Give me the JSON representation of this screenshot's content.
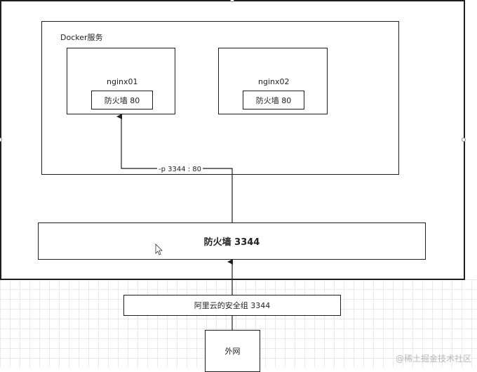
{
  "docker": {
    "title": "Docker服务"
  },
  "containers": [
    {
      "name": "nginx01",
      "firewall": "防火墙  80"
    },
    {
      "name": "nginx02",
      "firewall": "防火墙  80"
    }
  ],
  "port_mapping": "-p 3344 : 80",
  "host_firewall": "防火墙   3344",
  "security_group": "阿里云的安全组   3344",
  "external_network": "外网",
  "watermark": "@稀土掘金技术社区"
}
